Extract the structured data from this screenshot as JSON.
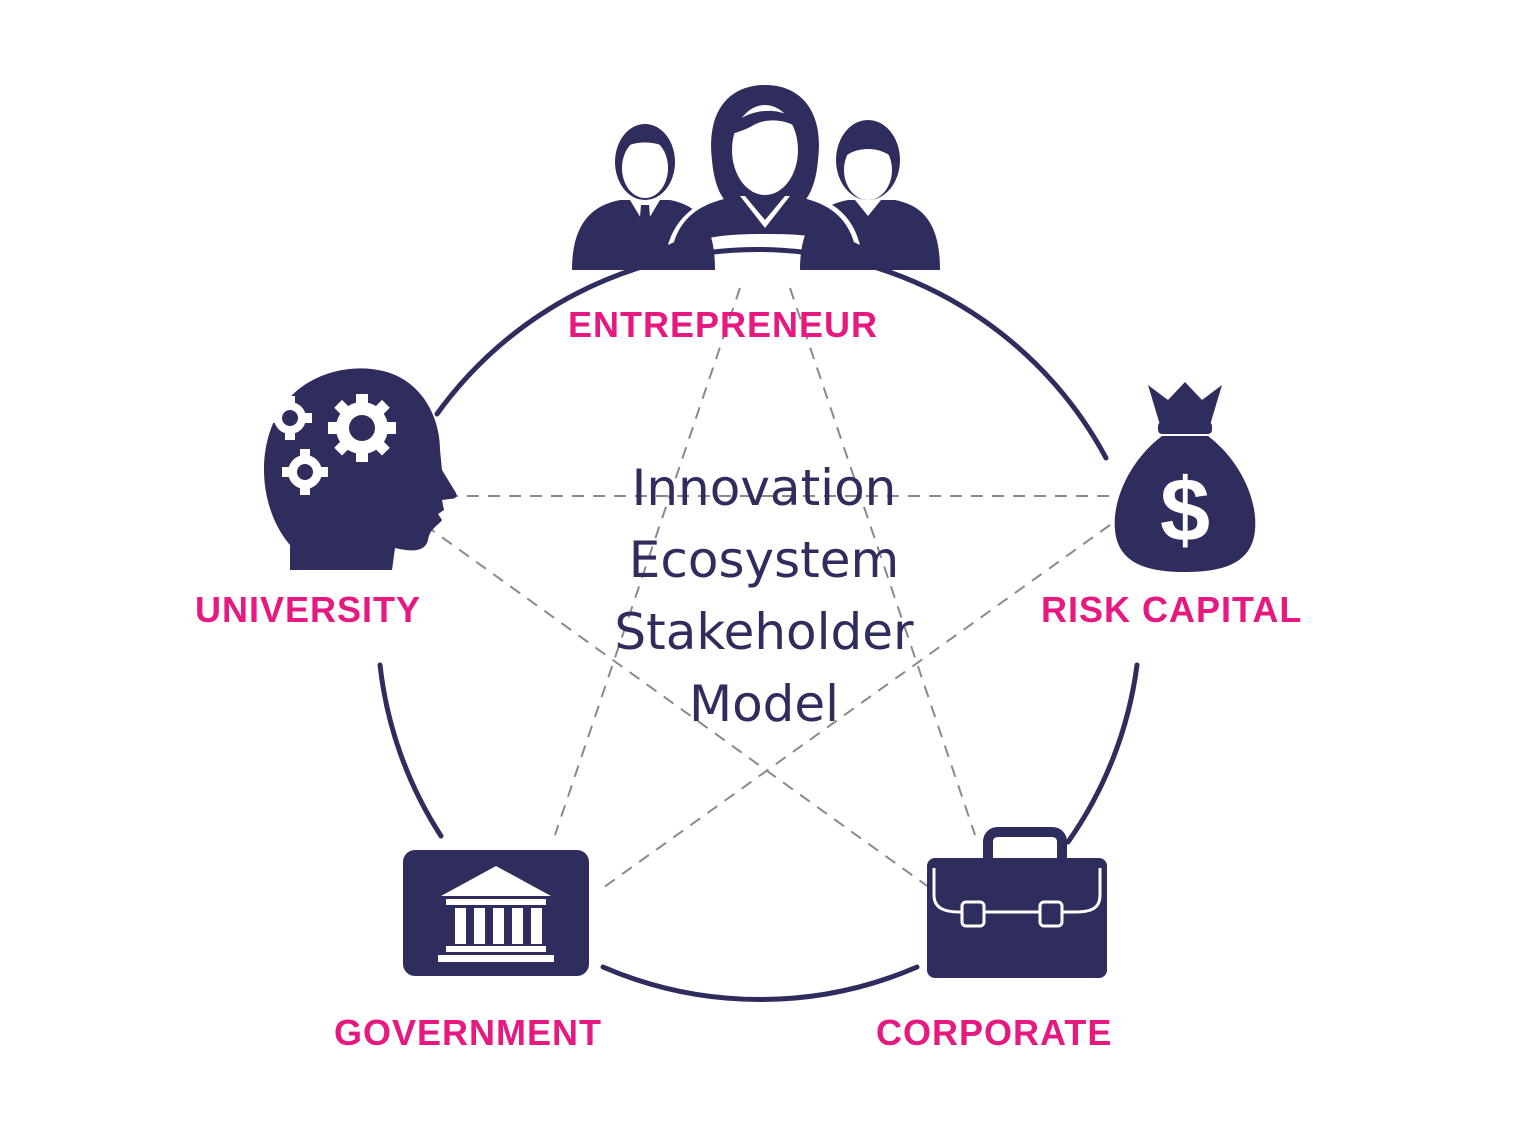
{
  "colors": {
    "navy": "#2e2d5e",
    "magenta": "#e5197f",
    "dash": "#8a8a8a"
  },
  "diagram": {
    "center_title_lines": [
      "Innovation",
      "Ecosystem",
      "Stakeholder",
      "Model"
    ],
    "nodes": [
      {
        "label": "ENTREPRENEUR",
        "icon": "people-group-icon"
      },
      {
        "label": "RISK CAPITAL",
        "icon": "money-bag-icon"
      },
      {
        "label": "CORPORATE",
        "icon": "briefcase-icon"
      },
      {
        "label": "GOVERNMENT",
        "icon": "government-building-icon"
      },
      {
        "label": "UNIVERSITY",
        "icon": "head-gears-icon"
      }
    ],
    "money_symbol": "$"
  }
}
